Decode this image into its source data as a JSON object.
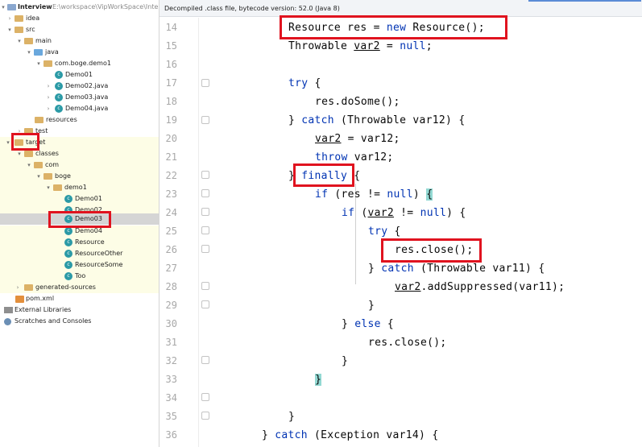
{
  "project": {
    "root_label": "Interview",
    "root_path": "E:\\workspace\\VipWorkSpace\\Inte",
    "items": [
      {
        "label": "idea"
      },
      {
        "label": "src"
      },
      {
        "label": "main"
      },
      {
        "label": "java"
      },
      {
        "label": "com.boge.demo1"
      },
      {
        "label": "Demo01"
      },
      {
        "label": "Demo02.java"
      },
      {
        "label": "Demo03.java"
      },
      {
        "label": "Demo04.java"
      },
      {
        "label": "resources"
      },
      {
        "label": "test"
      },
      {
        "label": "target"
      },
      {
        "label": "classes"
      },
      {
        "label": "com"
      },
      {
        "label": "boge"
      },
      {
        "label": "demo1"
      },
      {
        "label": "Demo01"
      },
      {
        "label": "Demo02"
      },
      {
        "label": "Demo03"
      },
      {
        "label": "Demo04"
      },
      {
        "label": "Resource"
      },
      {
        "label": "ResourceOther"
      },
      {
        "label": "ResourceSome"
      },
      {
        "label": "Too"
      },
      {
        "label": "generated-sources"
      },
      {
        "label": "pom.xml"
      },
      {
        "label": "External Libraries"
      },
      {
        "label": "Scratches and Consoles"
      }
    ]
  },
  "editor": {
    "banner": "Decompiled .class file, bytecode version: 52.0 (Java 8)",
    "line_numbers": [
      "14",
      "15",
      "16",
      "17",
      "18",
      "19",
      "20",
      "21",
      "22",
      "23",
      "24",
      "25",
      "26",
      "27",
      "28",
      "29",
      "30",
      "31",
      "32",
      "33",
      "34",
      "35",
      "36"
    ],
    "lines": [
      [
        "Resource res = ",
        "new",
        " Resource();"
      ],
      [
        "Throwable ",
        "var2",
        " = ",
        "null",
        ";"
      ],
      [],
      [
        "try",
        " {"
      ],
      [
        "res.doSome();"
      ],
      [
        "} ",
        "catch",
        " (Throwable var12) {"
      ],
      [
        "var2",
        " = var12;"
      ],
      [
        "throw",
        " var12;"
      ],
      [
        "} ",
        "finally",
        " {"
      ],
      [
        "if",
        " (res != ",
        "null",
        ") ",
        "{"
      ],
      [
        "if",
        " (",
        "var2",
        " != ",
        "null",
        ") {"
      ],
      [
        "try",
        " {"
      ],
      [
        "res.close();"
      ],
      [
        "} ",
        "catch",
        " (Throwable var11) {"
      ],
      [
        "var2",
        ".addSuppressed(var11);"
      ],
      [
        "}"
      ],
      [
        "} ",
        "else",
        " {"
      ],
      [
        "res.close();"
      ],
      [
        "}"
      ],
      [
        "}"
      ],
      [],
      [
        "}"
      ],
      [
        "} ",
        "catch",
        " (Exception var14) {"
      ]
    ]
  },
  "colors": {
    "keyword": "#0033b3",
    "annotation_box": "#e0131f",
    "brace_highlight": "#93d9d3"
  }
}
